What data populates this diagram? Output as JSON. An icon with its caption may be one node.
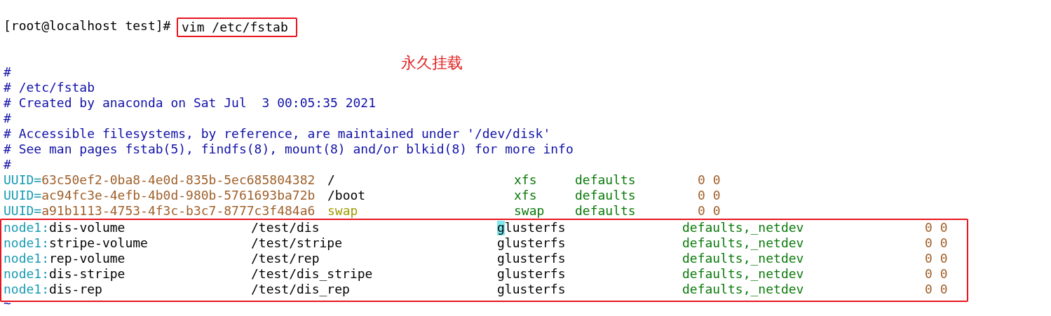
{
  "diagram": {
    "nodes": [
      {
        "text": [
          "vim /etc/fstab"
        ]
      },
      {
        "text": [
          "node1:dis-volume",
          "/test/dis",
          "glusterfs",
          "defaults,_netdev",
          "0 0",
          "node1:stripe-volume",
          "/test/stripe",
          "glusterfs",
          "defaults,_netdev",
          "0 0",
          "node1:rep-volume",
          "/test/rep",
          "glusterfs",
          "defaults,_netdev",
          "0 0",
          "node1:dis-stripe",
          "/test/dis_stripe",
          "glusterfs",
          "defaults,_netdev",
          "0 0",
          "node1:dis-rep",
          "/test/dis_rep",
          "glusterfs",
          "defaults,_netdev",
          "0 0"
        ]
      }
    ],
    "labels": [
      "[root@localhost test]#",
      "永久挂载",
      "#",
      "# /etc/fstab",
      "# Created by anaconda on Sat Jul  3 00:05:35 2021",
      "#",
      "# Accessible filesystems, by reference, are maintained under '/dev/disk'",
      "# See man pages fstab(5), findfs(8), mount(8) and/or blkid(8) for more info",
      "#",
      "UUID=63c50ef2-0ba8-4e0d-835b-5ec685804382",
      "/",
      "xfs",
      "defaults",
      "0 0",
      "UUID=ac94fc3e-4efb-4b0d-980b-5761693ba72b",
      "/boot",
      "xfs",
      "defaults",
      "0 0",
      "UUID=a91b1113-4753-4f3c-b3c7-8777c3f484a6",
      "swap",
      "swap",
      "defaults",
      "0 0",
      "~"
    ]
  }
}
